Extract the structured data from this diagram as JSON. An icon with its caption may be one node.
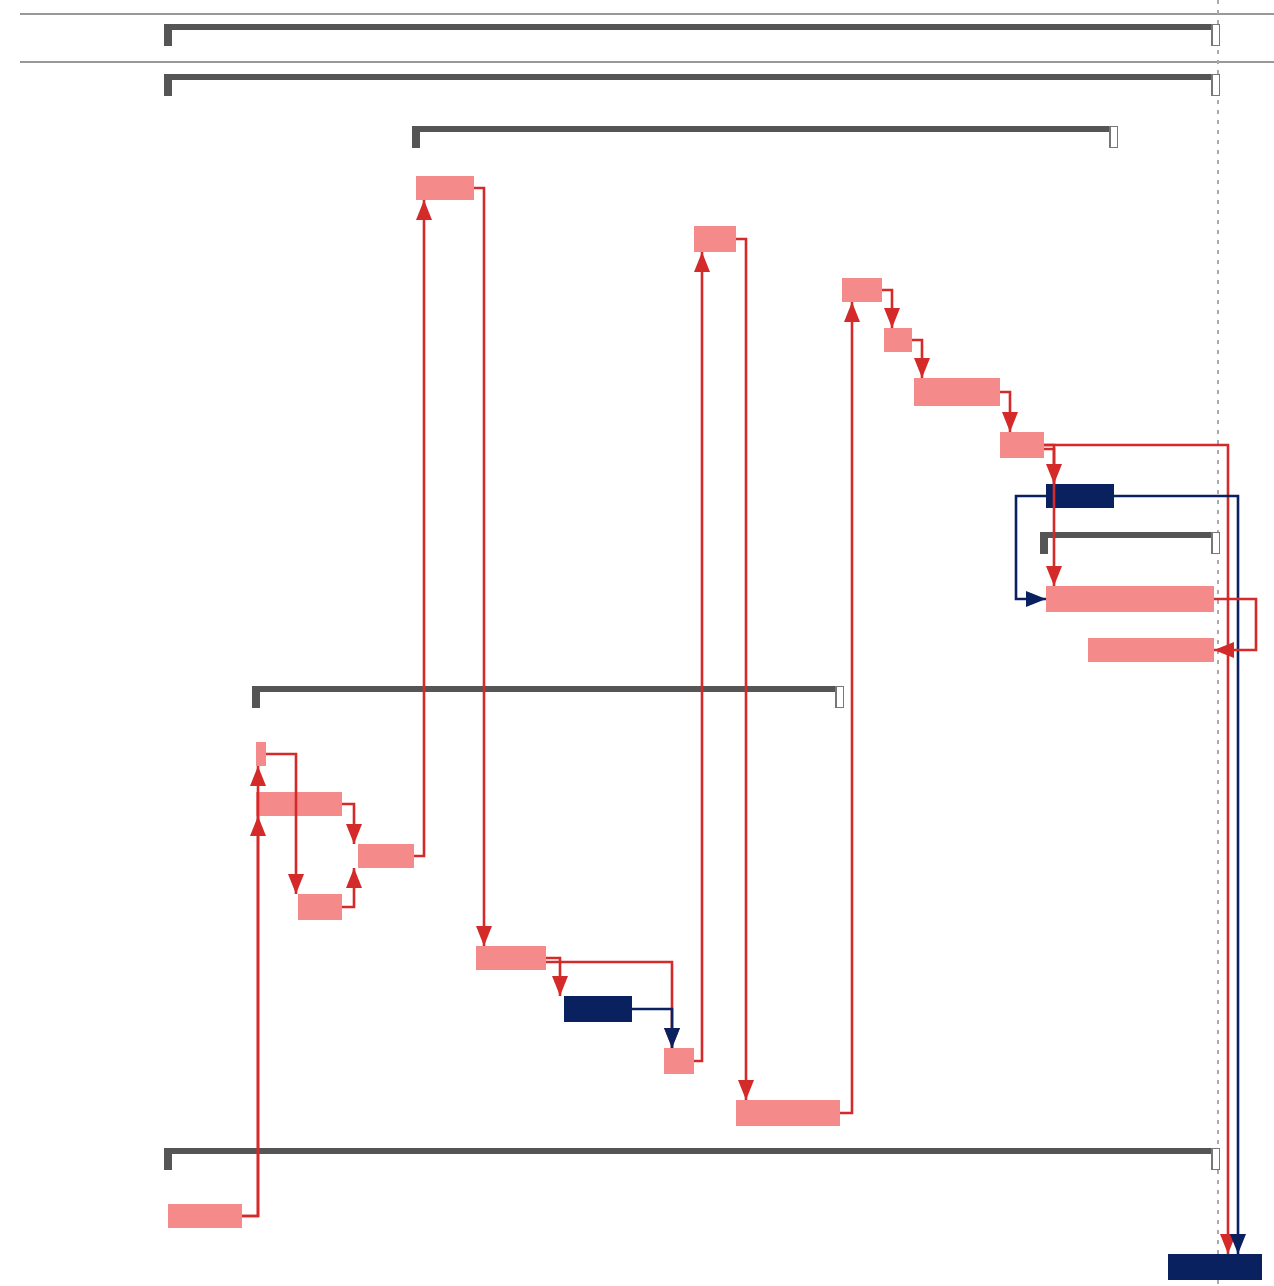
{
  "diagram": {
    "nodes": [
      {
        "text": [],
        "shape": "bracket"
      },
      {
        "text": [],
        "shape": "bracket"
      },
      {
        "text": [],
        "shape": "bracket"
      },
      {
        "text": [],
        "shape": "bar"
      },
      {
        "text": [],
        "shape": "bar"
      },
      {
        "text": [],
        "shape": "bar"
      },
      {
        "text": [],
        "shape": "bar"
      },
      {
        "text": [],
        "shape": "bar"
      },
      {
        "text": [],
        "shape": "bar"
      },
      {
        "text": [],
        "shape": "bar"
      },
      {
        "text": [],
        "shape": "bracket"
      },
      {
        "text": [],
        "shape": "bar"
      },
      {
        "text": [],
        "shape": "bar"
      },
      {
        "text": [],
        "shape": "bracket"
      },
      {
        "text": [],
        "shape": "bar"
      },
      {
        "text": [],
        "shape": "bar"
      },
      {
        "text": [],
        "shape": "bar"
      },
      {
        "text": [],
        "shape": "bar"
      },
      {
        "text": [],
        "shape": "bar"
      },
      {
        "text": [],
        "shape": "bar"
      },
      {
        "text": [],
        "shape": "bar"
      },
      {
        "text": [],
        "shape": "bar"
      },
      {
        "text": [],
        "shape": "bracket"
      },
      {
        "text": [],
        "shape": "bar"
      },
      {
        "text": [],
        "shape": "bar"
      }
    ],
    "edges": [
      {
        "from": 23,
        "to": 14,
        "arrow": "to"
      },
      {
        "from": 23,
        "to": 15,
        "arrow": "to"
      },
      {
        "from": 14,
        "to": 17,
        "arrow": "to"
      },
      {
        "from": 15,
        "to": 16,
        "arrow": "to"
      },
      {
        "from": 17,
        "to": 16,
        "arrow": "to"
      },
      {
        "from": 16,
        "to": 3,
        "arrow": "to"
      },
      {
        "from": 3,
        "to": 18,
        "arrow": "to"
      },
      {
        "from": 18,
        "to": 19,
        "arrow": "to"
      },
      {
        "from": 18,
        "to": 20,
        "arrow": "to"
      },
      {
        "from": 19,
        "to": 20,
        "arrow": "to",
        "color": "#0a2160"
      },
      {
        "from": 20,
        "to": 4,
        "arrow": "to"
      },
      {
        "from": 4,
        "to": 21,
        "arrow": "to"
      },
      {
        "from": 21,
        "to": 5,
        "arrow": "to"
      },
      {
        "from": 5,
        "to": 6,
        "arrow": "to"
      },
      {
        "from": 6,
        "to": 7,
        "arrow": "to"
      },
      {
        "from": 7,
        "to": 8,
        "arrow": "to"
      },
      {
        "from": 8,
        "to": 9,
        "arrow": "to"
      },
      {
        "from": 8,
        "to": 11,
        "arrow": "to"
      },
      {
        "from": 8,
        "to": 24,
        "arrow": "to"
      },
      {
        "from": 9,
        "to": 11,
        "arrow": "to",
        "color": "#0a2160"
      },
      {
        "from": 9,
        "to": 24,
        "arrow": "to",
        "color": "#0a2160"
      },
      {
        "from": 11,
        "to": 12,
        "arrow": "to"
      }
    ]
  }
}
